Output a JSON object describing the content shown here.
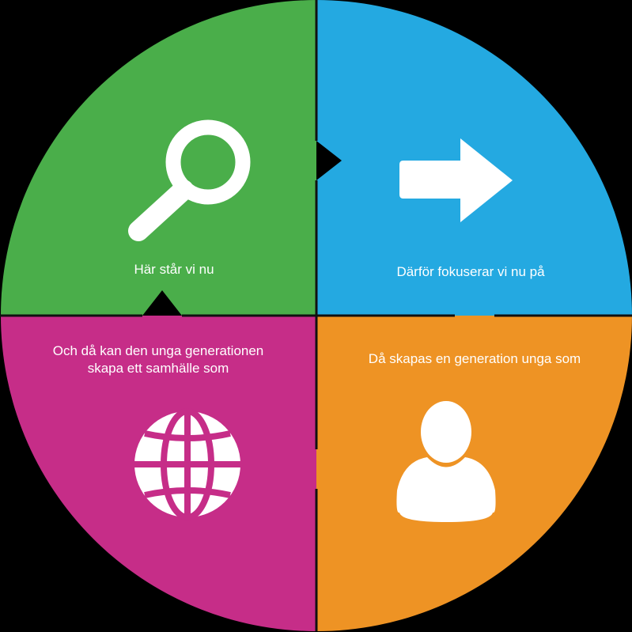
{
  "colors": {
    "background": "#000000",
    "green": "#4aae4a",
    "blue": "#24a9e1",
    "orange": "#ee9324",
    "magenta": "#c62d88",
    "icon": "#ffffff",
    "divider": "#111111"
  },
  "quadrants": [
    {
      "key": "green",
      "icon": "magnifier-icon",
      "label": "Här står vi nu"
    },
    {
      "key": "blue",
      "icon": "arrow-right-icon",
      "label": "Därför fokuserar vi nu på"
    },
    {
      "key": "orange",
      "icon": "person-icon",
      "label": "Då skapas en generation unga som"
    },
    {
      "key": "magenta",
      "icon": "globe-icon",
      "label_line1": "Och då kan den unga generationen",
      "label_line2": "skapa ett samhälle som"
    }
  ]
}
